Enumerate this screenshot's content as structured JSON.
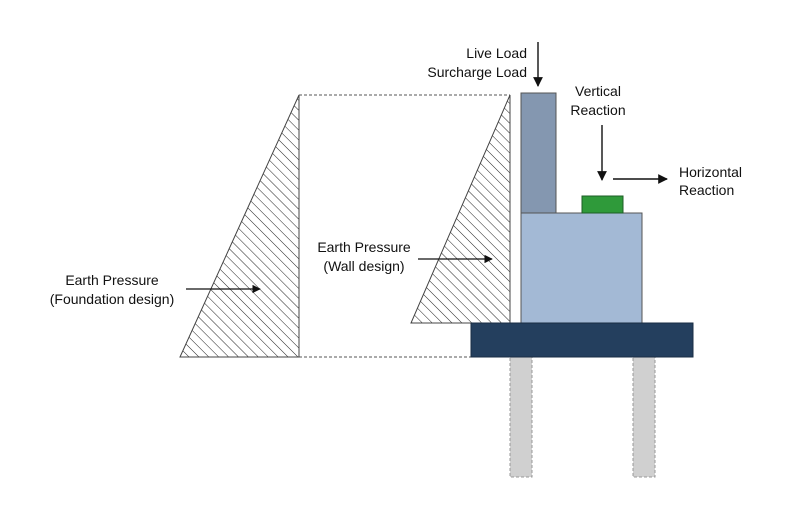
{
  "labels": {
    "live_load": "Live Load",
    "surcharge_load": "Surcharge Load",
    "vertical": "Vertical",
    "reaction_v": "Reaction",
    "horizontal": "Horizontal",
    "reaction_h": "Reaction",
    "earth_pressure_wall": "Earth Pressure",
    "wall_design": "(Wall design)",
    "earth_pressure_foundation": "Earth Pressure",
    "foundation_design": "(Foundation design)"
  },
  "colors": {
    "wall_stem": "#8497b0",
    "abutment_body": "#a3b9d5",
    "bearing": "#2f9a3a",
    "footing": "#243f5e",
    "piles": "#d0d0d0",
    "outline": "#555555",
    "hatch": "#222222"
  }
}
